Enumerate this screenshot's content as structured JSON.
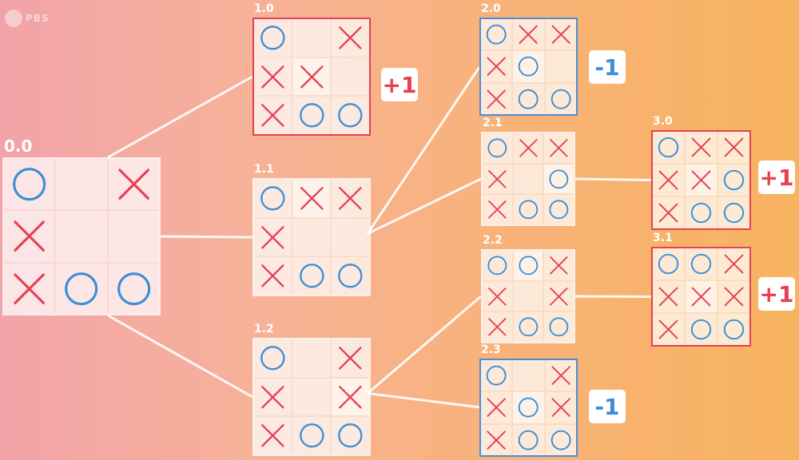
{
  "brand": {
    "logo_text": "PBS"
  },
  "colors": {
    "x_mark": "#e64052",
    "o_mark": "#3d8ed6",
    "win_border": "#e64052",
    "lose_border": "#4b8fd6"
  },
  "boards": [
    {
      "id": "0.0",
      "label": "0.0",
      "cells": [
        "O",
        "",
        "X",
        "X",
        "",
        "",
        "X",
        "O",
        "O"
      ],
      "highlight": -1,
      "outcome": "none"
    },
    {
      "id": "1.0",
      "label": "1.0",
      "cells": [
        "O",
        "",
        "X",
        "X",
        "X",
        "",
        "X",
        "O",
        "O"
      ],
      "highlight": 4,
      "outcome": "win"
    },
    {
      "id": "1.1",
      "label": "1.1",
      "cells": [
        "O",
        "X",
        "X",
        "X",
        "",
        "",
        "X",
        "O",
        "O"
      ],
      "highlight": 1,
      "outcome": "none"
    },
    {
      "id": "1.2",
      "label": "1.2",
      "cells": [
        "O",
        "",
        "X",
        "X",
        "",
        "X",
        "X",
        "O",
        "O"
      ],
      "highlight": 5,
      "outcome": "none"
    },
    {
      "id": "2.0",
      "label": "2.0",
      "cells": [
        "O",
        "X",
        "X",
        "X",
        "O",
        "",
        "X",
        "O",
        "O"
      ],
      "highlight": 4,
      "outcome": "lose"
    },
    {
      "id": "2.1",
      "label": "2.1",
      "cells": [
        "O",
        "X",
        "X",
        "X",
        "",
        "O",
        "X",
        "O",
        "O"
      ],
      "highlight": 5,
      "outcome": "none"
    },
    {
      "id": "2.2",
      "label": "2.2",
      "cells": [
        "O",
        "O",
        "X",
        "X",
        "",
        "X",
        "X",
        "O",
        "O"
      ],
      "highlight": 1,
      "outcome": "none"
    },
    {
      "id": "2.3",
      "label": "2.3",
      "cells": [
        "O",
        "",
        "X",
        "X",
        "O",
        "X",
        "X",
        "O",
        "O"
      ],
      "highlight": 4,
      "outcome": "lose"
    },
    {
      "id": "3.0",
      "label": "3.0",
      "cells": [
        "O",
        "X",
        "X",
        "X",
        "X",
        "O",
        "X",
        "O",
        "O"
      ],
      "highlight": 4,
      "outcome": "win"
    },
    {
      "id": "3.1",
      "label": "3.1",
      "cells": [
        "O",
        "O",
        "X",
        "X",
        "X",
        "X",
        "X",
        "O",
        "O"
      ],
      "highlight": 4,
      "outcome": "win"
    }
  ],
  "edges": [
    [
      "0.0",
      "1.0"
    ],
    [
      "0.0",
      "1.1"
    ],
    [
      "0.0",
      "1.2"
    ],
    [
      "1.1",
      "2.0"
    ],
    [
      "1.1",
      "2.1"
    ],
    [
      "1.2",
      "2.2"
    ],
    [
      "1.2",
      "2.3"
    ],
    [
      "2.1",
      "3.0"
    ],
    [
      "2.2",
      "3.1"
    ]
  ],
  "scores": [
    {
      "board": "1.0",
      "text": "+1",
      "sign": "pos"
    },
    {
      "board": "2.0",
      "text": "-1",
      "sign": "neg"
    },
    {
      "board": "3.0",
      "text": "+1",
      "sign": "pos"
    },
    {
      "board": "3.1",
      "text": "+1",
      "sign": "pos"
    },
    {
      "board": "2.3",
      "text": "-1",
      "sign": "neg"
    }
  ]
}
